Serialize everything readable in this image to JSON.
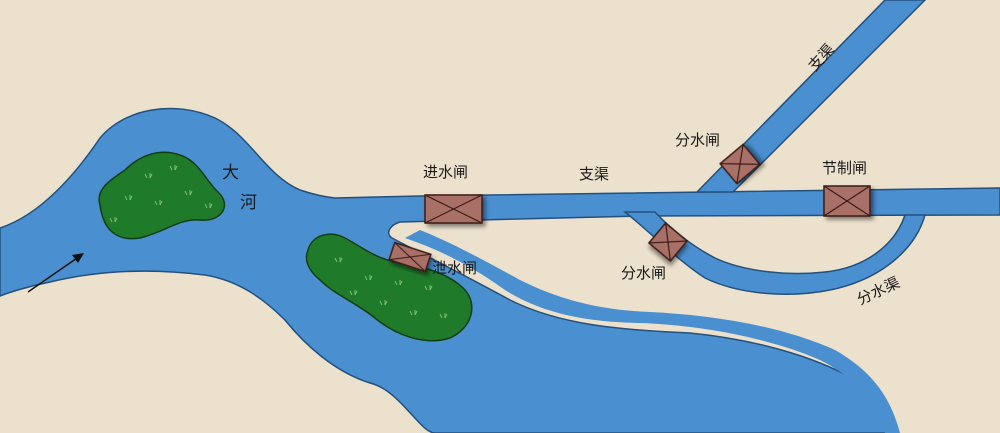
{
  "colors": {
    "land": "#ece1cc",
    "water": "#4a8fd0",
    "water_edge": "#24507c",
    "island": "#1f7a2a",
    "island_edge": "#0f3d14",
    "gate_fill": "#a86f66",
    "gate_edge": "#3b1d18"
  },
  "labels": {
    "river_char1": "大",
    "river_char2": "河",
    "intake_gate": "进水闸",
    "flush_gate": "泄水闸",
    "branch_canal_main": "支渠",
    "branch_canal_diag": "支渠",
    "diversion_gate_upper": "分水闸",
    "diversion_gate_lower": "分水闸",
    "check_gate": "节制闸",
    "diversion_canal": "分水渠"
  },
  "icons": {
    "flow_arrow": "arrow-up-right-icon",
    "gate": "sluice-gate-icon"
  }
}
